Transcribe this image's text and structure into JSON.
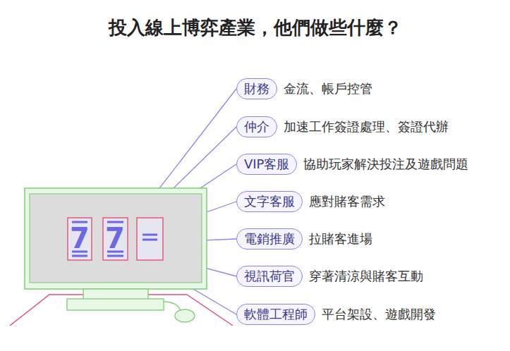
{
  "diagram": {
    "title": "投入線上博弈產業，他們做些什麼？",
    "nodes": [
      {
        "text": [
          "財務",
          "金流、帳戶控管"
        ]
      },
      {
        "text": [
          "仲介",
          "加速工作簽證處理、簽證代辦"
        ]
      },
      {
        "text": [
          "VIP客服",
          "協助玩家解決投注及遊戲問題"
        ]
      },
      {
        "text": [
          "文字客服",
          "應對賭客需求"
        ]
      },
      {
        "text": [
          "電銷推廣",
          "拉賭客進場"
        ]
      },
      {
        "text": [
          "視訊荷官",
          "穿著清涼與賭客互動"
        ]
      },
      {
        "text": [
          "軟體工程師",
          "平台架設、遊戲開發"
        ]
      }
    ],
    "labels": [
      "7",
      "7"
    ]
  }
}
